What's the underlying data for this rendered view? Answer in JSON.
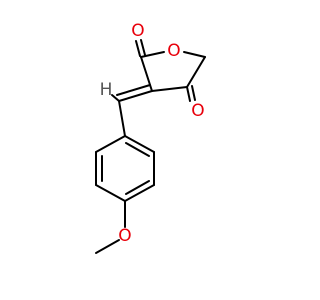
{
  "molecule": {
    "atoms": {
      "carbonyl_o1": {
        "symbol": "O",
        "color": "#e8000b"
      },
      "ring_o": {
        "symbol": "O",
        "color": "#e8000b"
      },
      "carbonyl_o2": {
        "symbol": "O",
        "color": "#e8000b"
      },
      "methoxy_o": {
        "symbol": "O",
        "color": "#e8000b"
      },
      "vinyl_h": {
        "symbol": "H",
        "color": "#555555"
      }
    },
    "bond_color": "#000000",
    "background": "#ffffff"
  }
}
